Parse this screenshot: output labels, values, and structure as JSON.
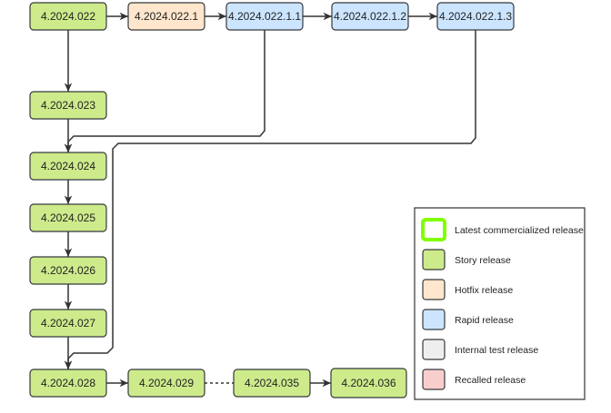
{
  "colors": {
    "story": "#cdeb8b",
    "hotfix": "#ffe6cc",
    "rapid": "#cce5ff",
    "internal": "#eeeeee",
    "recalled": "#f8cecc",
    "latest_border": "#80ff00",
    "edge": "#333333"
  },
  "nodes": [
    {
      "id": "n022",
      "label": "4.2024.022",
      "type": "story"
    },
    {
      "id": "n022_1",
      "label": "4.2024.022.1",
      "type": "hotfix"
    },
    {
      "id": "n022_1_1",
      "label": "4.2024.022.1.1",
      "type": "rapid"
    },
    {
      "id": "n022_1_2",
      "label": "4.2024.022.1.2",
      "type": "rapid"
    },
    {
      "id": "n022_1_3",
      "label": "4.2024.022.1.3",
      "type": "rapid"
    },
    {
      "id": "n023",
      "label": "4.2024.023",
      "type": "story"
    },
    {
      "id": "n024",
      "label": "4.2024.024",
      "type": "story"
    },
    {
      "id": "n025",
      "label": "4.2024.025",
      "type": "story"
    },
    {
      "id": "n026",
      "label": "4.2024.026",
      "type": "story"
    },
    {
      "id": "n027",
      "label": "4.2024.027",
      "type": "story"
    },
    {
      "id": "n028",
      "label": "4.2024.028",
      "type": "story"
    },
    {
      "id": "n029",
      "label": "4.2024.029",
      "type": "story"
    },
    {
      "id": "n035",
      "label": "4.2024.035",
      "type": "story"
    },
    {
      "id": "n036",
      "label": "4.2024.036",
      "type": "story",
      "latest": true
    }
  ],
  "edges": [
    {
      "from": "n022",
      "to": "n022_1"
    },
    {
      "from": "n022_1",
      "to": "n022_1_1"
    },
    {
      "from": "n022_1_1",
      "to": "n022_1_2"
    },
    {
      "from": "n022_1_2",
      "to": "n022_1_3"
    },
    {
      "from": "n022",
      "to": "n023"
    },
    {
      "from": "n023",
      "to": "n024"
    },
    {
      "from": "n022_1_1",
      "to": "n024"
    },
    {
      "from": "n024",
      "to": "n025"
    },
    {
      "from": "n025",
      "to": "n026"
    },
    {
      "from": "n026",
      "to": "n027"
    },
    {
      "from": "n027",
      "to": "n028"
    },
    {
      "from": "n022_1_3",
      "to": "n028"
    },
    {
      "from": "n028",
      "to": "n029"
    },
    {
      "from": "n029",
      "to": "n035",
      "style": "dotted"
    },
    {
      "from": "n035",
      "to": "n036"
    }
  ],
  "legend": [
    {
      "label": "Latest commercialized release",
      "type": "latest"
    },
    {
      "label": "Story release",
      "type": "story"
    },
    {
      "label": "Hotfix release",
      "type": "hotfix"
    },
    {
      "label": "Rapid release",
      "type": "rapid"
    },
    {
      "label": "Internal test release",
      "type": "internal"
    },
    {
      "label": "Recalled release",
      "type": "recalled"
    }
  ]
}
